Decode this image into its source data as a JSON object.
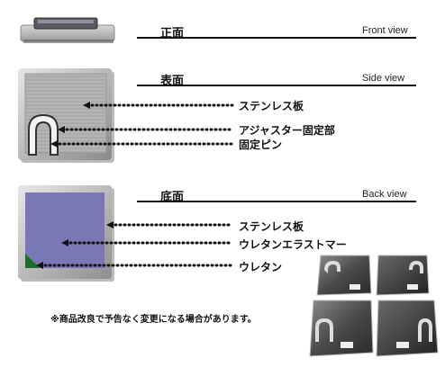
{
  "sections": {
    "front": {
      "title": "正面",
      "english": "Front view"
    },
    "side": {
      "title": "表面",
      "english": "Side view"
    },
    "back": {
      "title": "底面",
      "english": "Back view"
    }
  },
  "side_labels": [
    "ステンレス板",
    "アジャスター固定部",
    "固定ピン"
  ],
  "back_labels": [
    "ステンレス板",
    "ウレタンエラストマー",
    "ウレタン"
  ],
  "note": "※商品改良で予告なく変更になる場合があります。",
  "colors": {
    "steel": "#b8b8b8",
    "urethane_panel": "#7a78b4",
    "green_corner": "#1e6b2e",
    "dots": "#111111"
  }
}
